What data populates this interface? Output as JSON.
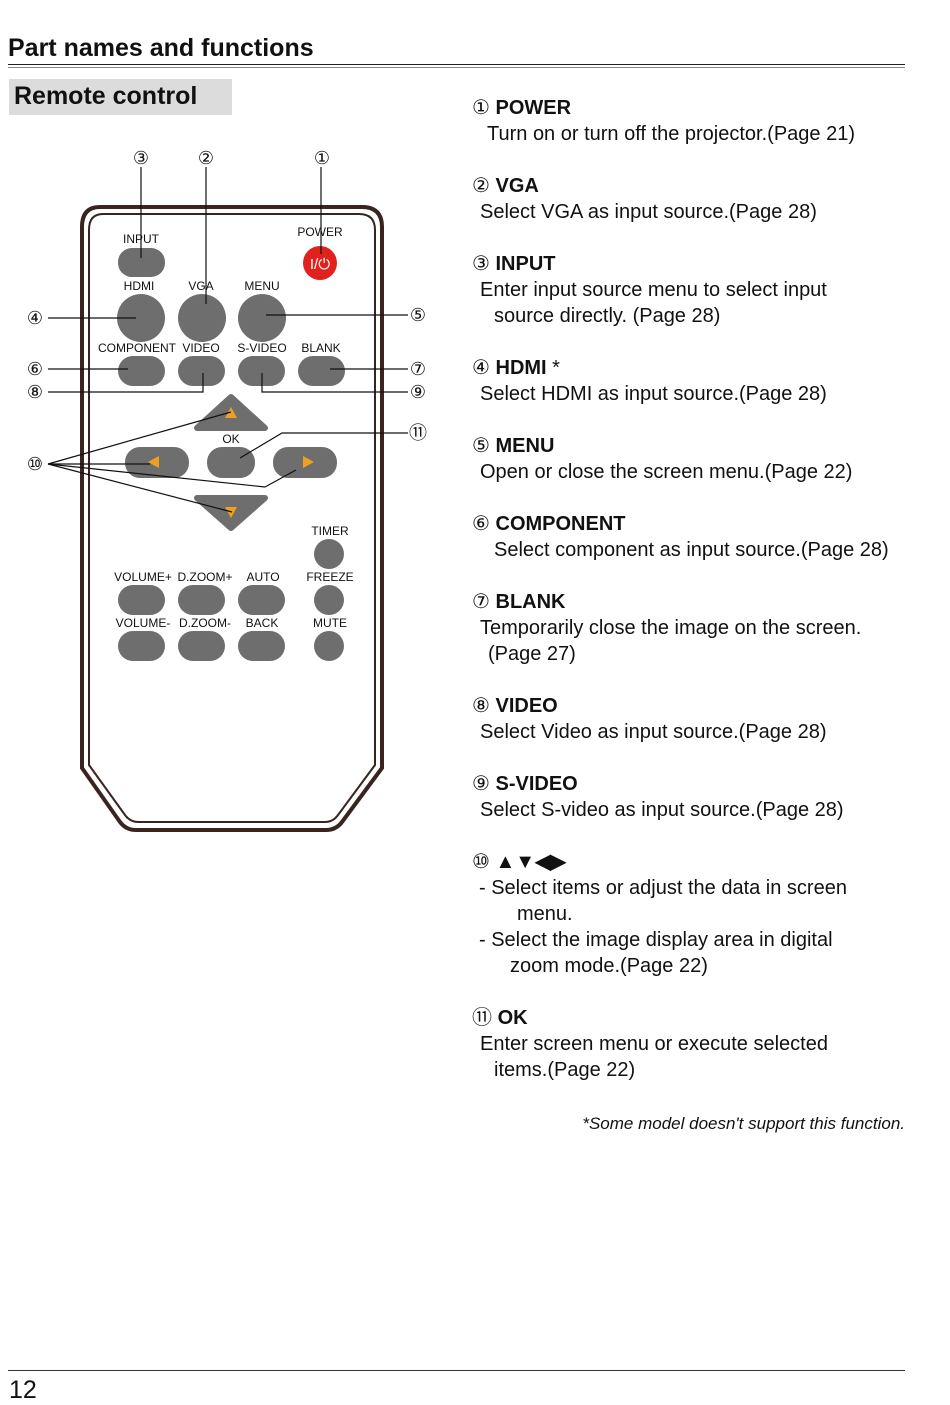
{
  "header": {
    "title": "Part names and functions"
  },
  "section": {
    "title": "Remote control"
  },
  "remote": {
    "callouts": [
      "①",
      "②",
      "③",
      "④",
      "⑤",
      "⑥",
      "⑦",
      "⑧",
      "⑨",
      "⑩",
      "⑪"
    ],
    "buttons": {
      "input": "INPUT",
      "power": "POWER",
      "power_glyph": "I/⏻",
      "hdmi": "HDMI",
      "vga": "VGA",
      "menu": "MENU",
      "component": "COMPONENT",
      "video": "VIDEO",
      "svideo": "S-VIDEO",
      "blank": "BLANK",
      "ok": "OK",
      "timer": "TIMER",
      "volume_plus": "VOLUME+",
      "dzoom_plus": "D.ZOOM+",
      "auto": "AUTO",
      "freeze": "FREEZE",
      "volume_minus": "VOLUME-",
      "dzoom_minus": "D.ZOOM-",
      "back": "BACK",
      "mute": "MUTE"
    },
    "colors": {
      "body_outline": "#3a2420",
      "button": "#6e6e6e",
      "power": "#e0211d",
      "arrow": "#f0a020"
    }
  },
  "items": [
    {
      "num": "①",
      "name": "POWER",
      "lines": [
        "Turn on or turn off the projector.(Page 21)"
      ]
    },
    {
      "num": "②",
      "name": "VGA",
      "lines": [
        "Select VGA as input source.(Page 28)"
      ]
    },
    {
      "num": "③",
      "name": "INPUT",
      "lines": [
        "Enter input source menu to select input",
        "source directly. (Page 28)"
      ]
    },
    {
      "num": "④",
      "name": "HDMI",
      "suffix": " *",
      "lines": [
        "Select HDMI as input source.(Page 28)"
      ]
    },
    {
      "num": "⑤",
      "name": "MENU",
      "lines": [
        "Open or close the screen menu.(Page 22)"
      ]
    },
    {
      "num": "⑥",
      "name": "COMPONENT",
      "lines": [
        "Select component as input source.(Page 28)"
      ]
    },
    {
      "num": "⑦",
      "name": "BLANK",
      "lines": [
        "Temporarily close the image on the screen.",
        "(Page 27)"
      ]
    },
    {
      "num": "⑧",
      "name": "VIDEO",
      "lines": [
        "Select Video as input source.(Page 28)"
      ]
    },
    {
      "num": "⑨",
      "name": "S-VIDEO",
      "lines": [
        "Select S-video as input source.(Page 28)"
      ]
    },
    {
      "num": "⑩",
      "name": "▲▼◀▶",
      "lines": [
        "- Select items or adjust the data in screen",
        "menu.",
        "- Select the image display area in digital",
        "zoom  mode.(Page 22)"
      ]
    },
    {
      "num": "⑪",
      "name": "OK",
      "lines": [
        "Enter screen menu or execute selected",
        "items.(Page 22)"
      ]
    }
  ],
  "footnote": "*Some model doesn't support this function.",
  "footer": {
    "page_number": "12"
  }
}
